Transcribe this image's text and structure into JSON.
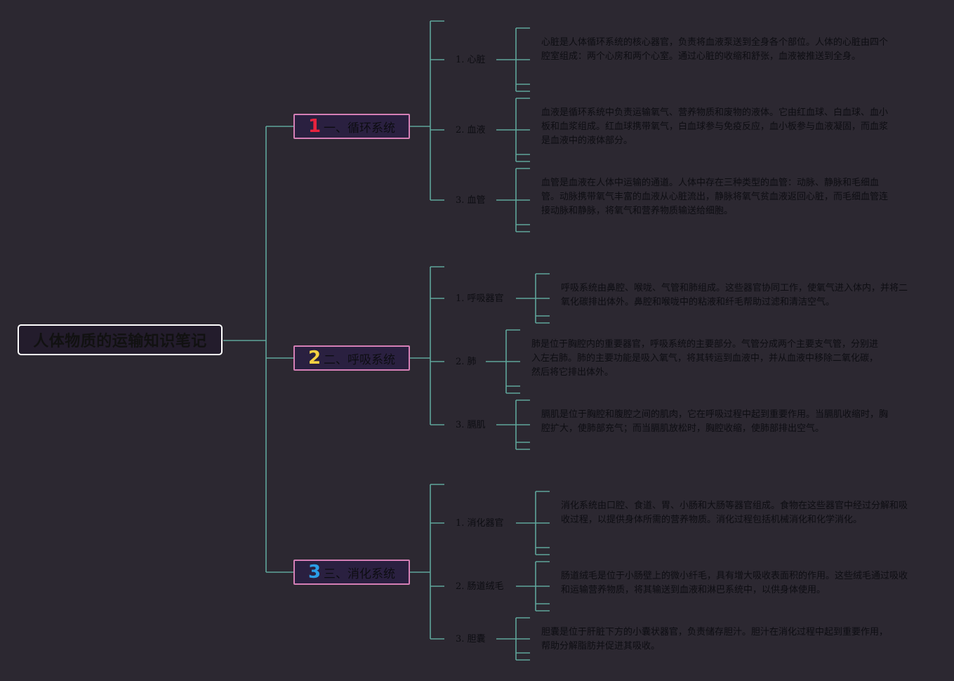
{
  "root": {
    "title": "人体物质的运输知识笔记"
  },
  "colors": {
    "line": "#5fa69b",
    "branch_border": "#d57fb6",
    "num1": "#e8233e",
    "num2": "#f5d142",
    "num3": "#2b9ee6"
  },
  "branches": [
    {
      "num": "1",
      "label": "一、循环系统",
      "subs": [
        {
          "label": "1. 心脏",
          "text": "心脏是人体循环系统的核心器官，负责将血液泵送到全身各个部位。人体的心脏由四个腔室组成：两个心房和两个心室。通过心脏的收缩和舒张，血液被推送到全身。"
        },
        {
          "label": "2. 血液",
          "text": "血液是循环系统中负责运输氧气、营养物质和废物的液体。它由红血球、白血球、血小板和血浆组成。红血球携带氧气，白血球参与免疫反应，血小板参与血液凝固，而血浆是血液中的液体部分。"
        },
        {
          "label": "3. 血管",
          "text": "血管是血液在人体中运输的通道。人体中存在三种类型的血管：动脉、静脉和毛细血管。动脉携带氧气丰富的血液从心脏流出，静脉将氧气贫血液返回心脏，而毛细血管连接动脉和静脉，将氧气和营养物质输送给细胞。"
        }
      ]
    },
    {
      "num": "2",
      "label": "二、呼吸系统",
      "subs": [
        {
          "label": "1. 呼吸器官",
          "text": "呼吸系统由鼻腔、喉咙、气管和肺组成。这些器官协同工作，使氧气进入体内，并将二氧化碳排出体外。鼻腔和喉咙中的粘液和纤毛帮助过滤和清洁空气。"
        },
        {
          "label": "2. 肺",
          "text": "肺是位于胸腔内的重要器官，呼吸系统的主要部分。气管分成两个主要支气管，分别进入左右肺。肺的主要功能是吸入氧气，将其转运到血液中，并从血液中移除二氧化碳，然后将它排出体外。"
        },
        {
          "label": "3. 膈肌",
          "text": "膈肌是位于胸腔和腹腔之间的肌肉，它在呼吸过程中起到重要作用。当膈肌收缩时，胸腔扩大，使肺部充气；而当膈肌放松时，胸腔收缩，使肺部排出空气。"
        }
      ]
    },
    {
      "num": "3",
      "label": "三、消化系统",
      "subs": [
        {
          "label": "1. 消化器官",
          "text": "消化系统由口腔、食道、胃、小肠和大肠等器官组成。食物在这些器官中经过分解和吸收过程，以提供身体所需的营养物质。消化过程包括机械消化和化学消化。"
        },
        {
          "label": "2. 肠道绒毛",
          "text": "肠道绒毛是位于小肠壁上的微小纤毛，具有增大吸收表面积的作用。这些绒毛通过吸收和运输营养物质，将其输送到血液和淋巴系统中，以供身体使用。"
        },
        {
          "label": "3. 胆囊",
          "text": "胆囊是位于肝脏下方的小囊状器官，负责储存胆汁。胆汁在消化过程中起到重要作用，帮助分解脂肪并促进其吸收。"
        }
      ]
    }
  ]
}
